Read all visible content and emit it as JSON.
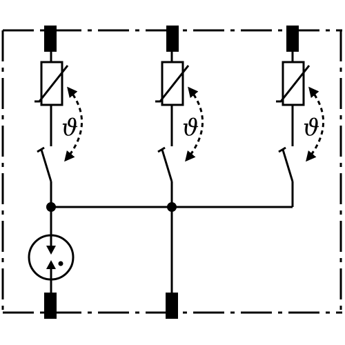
{
  "diagram": {
    "colors": {
      "stroke": "#000000",
      "background": "#ffffff"
    },
    "branches": [
      {
        "symbol": "ϑ"
      },
      {
        "symbol": "ϑ"
      },
      {
        "symbol": "ϑ"
      }
    ]
  }
}
